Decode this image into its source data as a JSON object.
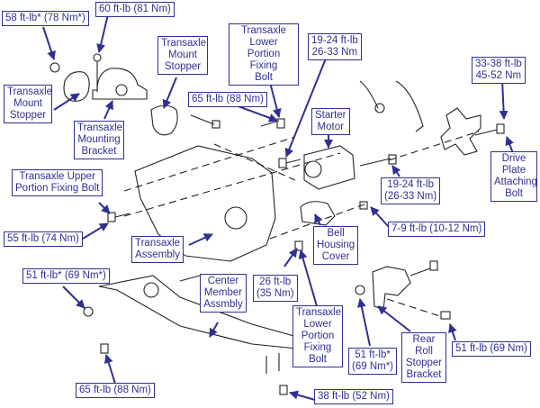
{
  "diagram": {
    "title": "Transaxle Assembly Exploded View with Torque Specifications",
    "accent_color": "#2e3192",
    "labels": [
      {
        "id": "torque-mount-stopper-nut",
        "text": "58 ft-lb* (78 Nm*)"
      },
      {
        "id": "torque-mounting-bracket-bolt",
        "text": "60 ft-lb (81 Nm)"
      },
      {
        "id": "part-transaxle-mount-stopper-left",
        "text": "Transaxle\nMount\nStopper"
      },
      {
        "id": "part-transaxle-mounting-bracket",
        "text": "Transaxle\nMounting\nBracket"
      },
      {
        "id": "part-transaxle-mount-stopper-center",
        "text": "Transaxle\nMount\nStopper"
      },
      {
        "id": "torque-65-upper",
        "text": "65 ft-lb (88 Nm)"
      },
      {
        "id": "part-transaxle-lower-portion-fixing-bolt-top",
        "text": "Transaxle\nLower Portion\nFixing\nBolt"
      },
      {
        "id": "torque-19-24-top",
        "text": "19-24 ft-lb\n26-33 Nm"
      },
      {
        "id": "part-starter-motor",
        "text": "Starter\nMotor"
      },
      {
        "id": "torque-33-38",
        "text": "33-38 ft-lb\n45-52 Nm"
      },
      {
        "id": "part-drive-plate-attaching-bolt",
        "text": "Drive\nPlate\nAttaching\nBolt"
      },
      {
        "id": "torque-19-24-lower",
        "text": "19-24 ft-lb\n(26-33 Nm)"
      },
      {
        "id": "part-transaxle-upper-portion-fixing-bolt",
        "text": "Transaxle Upper\nPortion Fixing Bolt"
      },
      {
        "id": "torque-55",
        "text": "55 ft-lb (74 Nm)"
      },
      {
        "id": "part-transaxle-assembly",
        "text": "Transaxle\nAssembly"
      },
      {
        "id": "torque-7-9",
        "text": "7-9 ft-lb (10-12 Nm)"
      },
      {
        "id": "part-bell-housing-cover",
        "text": "Bell\nHousing\nCover"
      },
      {
        "id": "torque-51-star-left",
        "text": "51 ft-lb* (69 Nm*)"
      },
      {
        "id": "part-center-member-assembly",
        "text": "Center\nMember\nAssmbly"
      },
      {
        "id": "torque-26",
        "text": "26 ft-lb\n(35 Nm)"
      },
      {
        "id": "part-transaxle-lower-portion-fixing-bolt-bottom",
        "text": "Transaxle\nLower\nPortion\nFixing\nBolt"
      },
      {
        "id": "torque-51-star-right",
        "text": "51 ft-lb*\n(69 Nm*)"
      },
      {
        "id": "part-rear-roll-stopper-bracket",
        "text": "Rear\nRoll\nStopper\nBracket"
      },
      {
        "id": "torque-51-right",
        "text": "51 ft-lb (69 Nm)"
      },
      {
        "id": "torque-65-lower",
        "text": "65 ft-lb (88 Nm)"
      },
      {
        "id": "torque-38",
        "text": "38 ft-lb (52 Nm)"
      }
    ]
  }
}
